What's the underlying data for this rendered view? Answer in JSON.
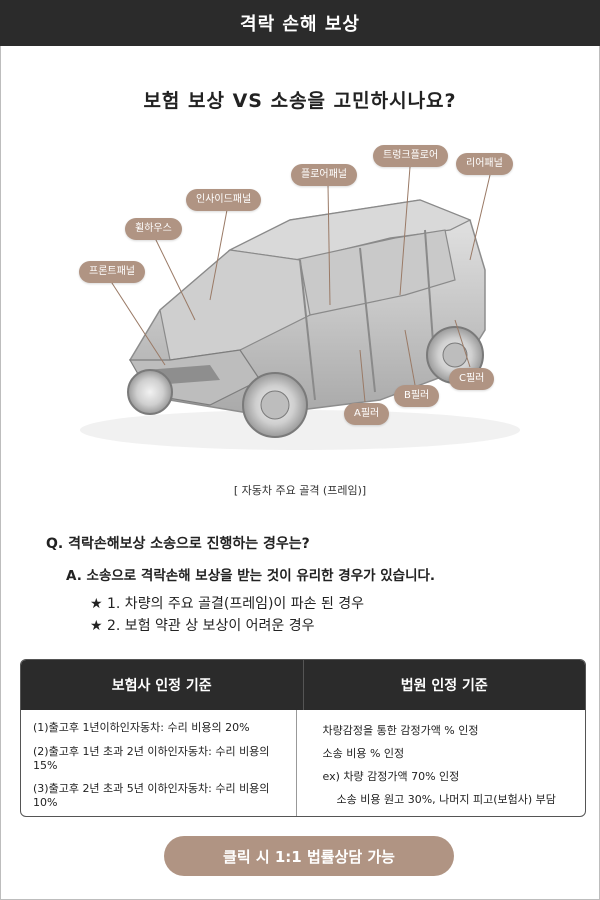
{
  "header": {
    "title": "격락 손해 보상"
  },
  "headline": "보험 보상 VS 소송을 고민하시나요?",
  "labels": {
    "front_panel": "프론트패널",
    "wheel_house": "휠하우스",
    "inside_panel": "인사이드패널",
    "floor_panel": "플로어패널",
    "trunk_floor": "트렁크플로어",
    "rear_panel": "리어패널",
    "a_pillar": "A필러",
    "b_pillar": "B필러",
    "c_pillar": "C필러"
  },
  "caption": "[ 자동차 주요 골격 (프레임)]",
  "qa": {
    "question": "Q. 격락손해보상 소송으로 진행하는 경우는?",
    "answer": "A. 소송으로 격락손해 보상을 받는 것이 유리한 경우가 있습니다.",
    "points": [
      "★ 1. 차량의 주요 골결(프레임)이 파손 된 경우",
      "★ 2. 보험 약관 상 보상이 어려운 경우"
    ]
  },
  "table": {
    "left_header": "보험사 인정 기준",
    "right_header": "법원 인정 기준",
    "left_rows": [
      "(1)출고후 1년이하인자동차: 수리 비용의 20%",
      "(2)출고후 1년 초과 2년 이하인자동차: 수리 비용의 15%",
      "(3)출고후 2년 초과 5년 이하인자동차: 수리 비용의 10%"
    ],
    "right_rows": [
      "차량감정을 통한 감정가액 % 인정",
      "소송 비용 % 인정",
      "ex) 차량 감정가액 70% 인정",
      "소송 비용 원고 30%, 나머지 피고(보험사) 부담"
    ]
  },
  "cta": {
    "label": "클릭 시 1:1 법률상담 가능"
  }
}
